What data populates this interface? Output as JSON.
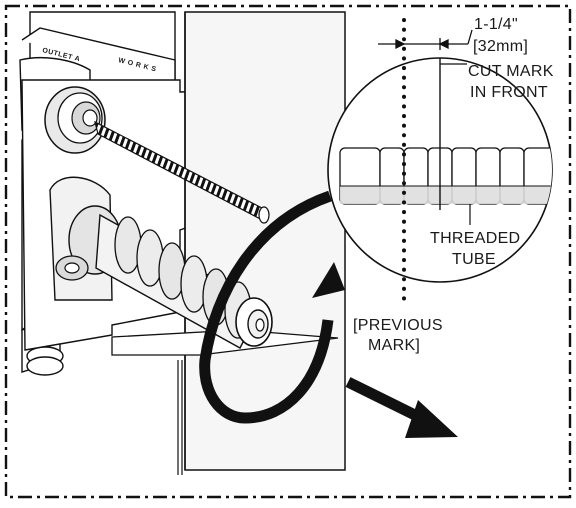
{
  "labels": {
    "dimension_imperial": "1-1/4\"",
    "dimension_metric": "[32mm]",
    "cut_mark_line1": "CUT MARK",
    "cut_mark_line2": "IN FRONT",
    "threaded_line1": "THREADED",
    "threaded_line2": "TUBE",
    "previous_line1": "[PREVIOUS",
    "previous_line2": "MARK]",
    "outlet_label": "OUTLET A",
    "brand_label": "W O R K S"
  },
  "colors": {
    "line": "#111111",
    "shading": "#d6d6d6",
    "panel": "#f4f4f4",
    "arrow": "#111111"
  },
  "icons": {
    "rotate": "curved-rotate-arrow",
    "pull": "diagonal-pull-arrow"
  }
}
